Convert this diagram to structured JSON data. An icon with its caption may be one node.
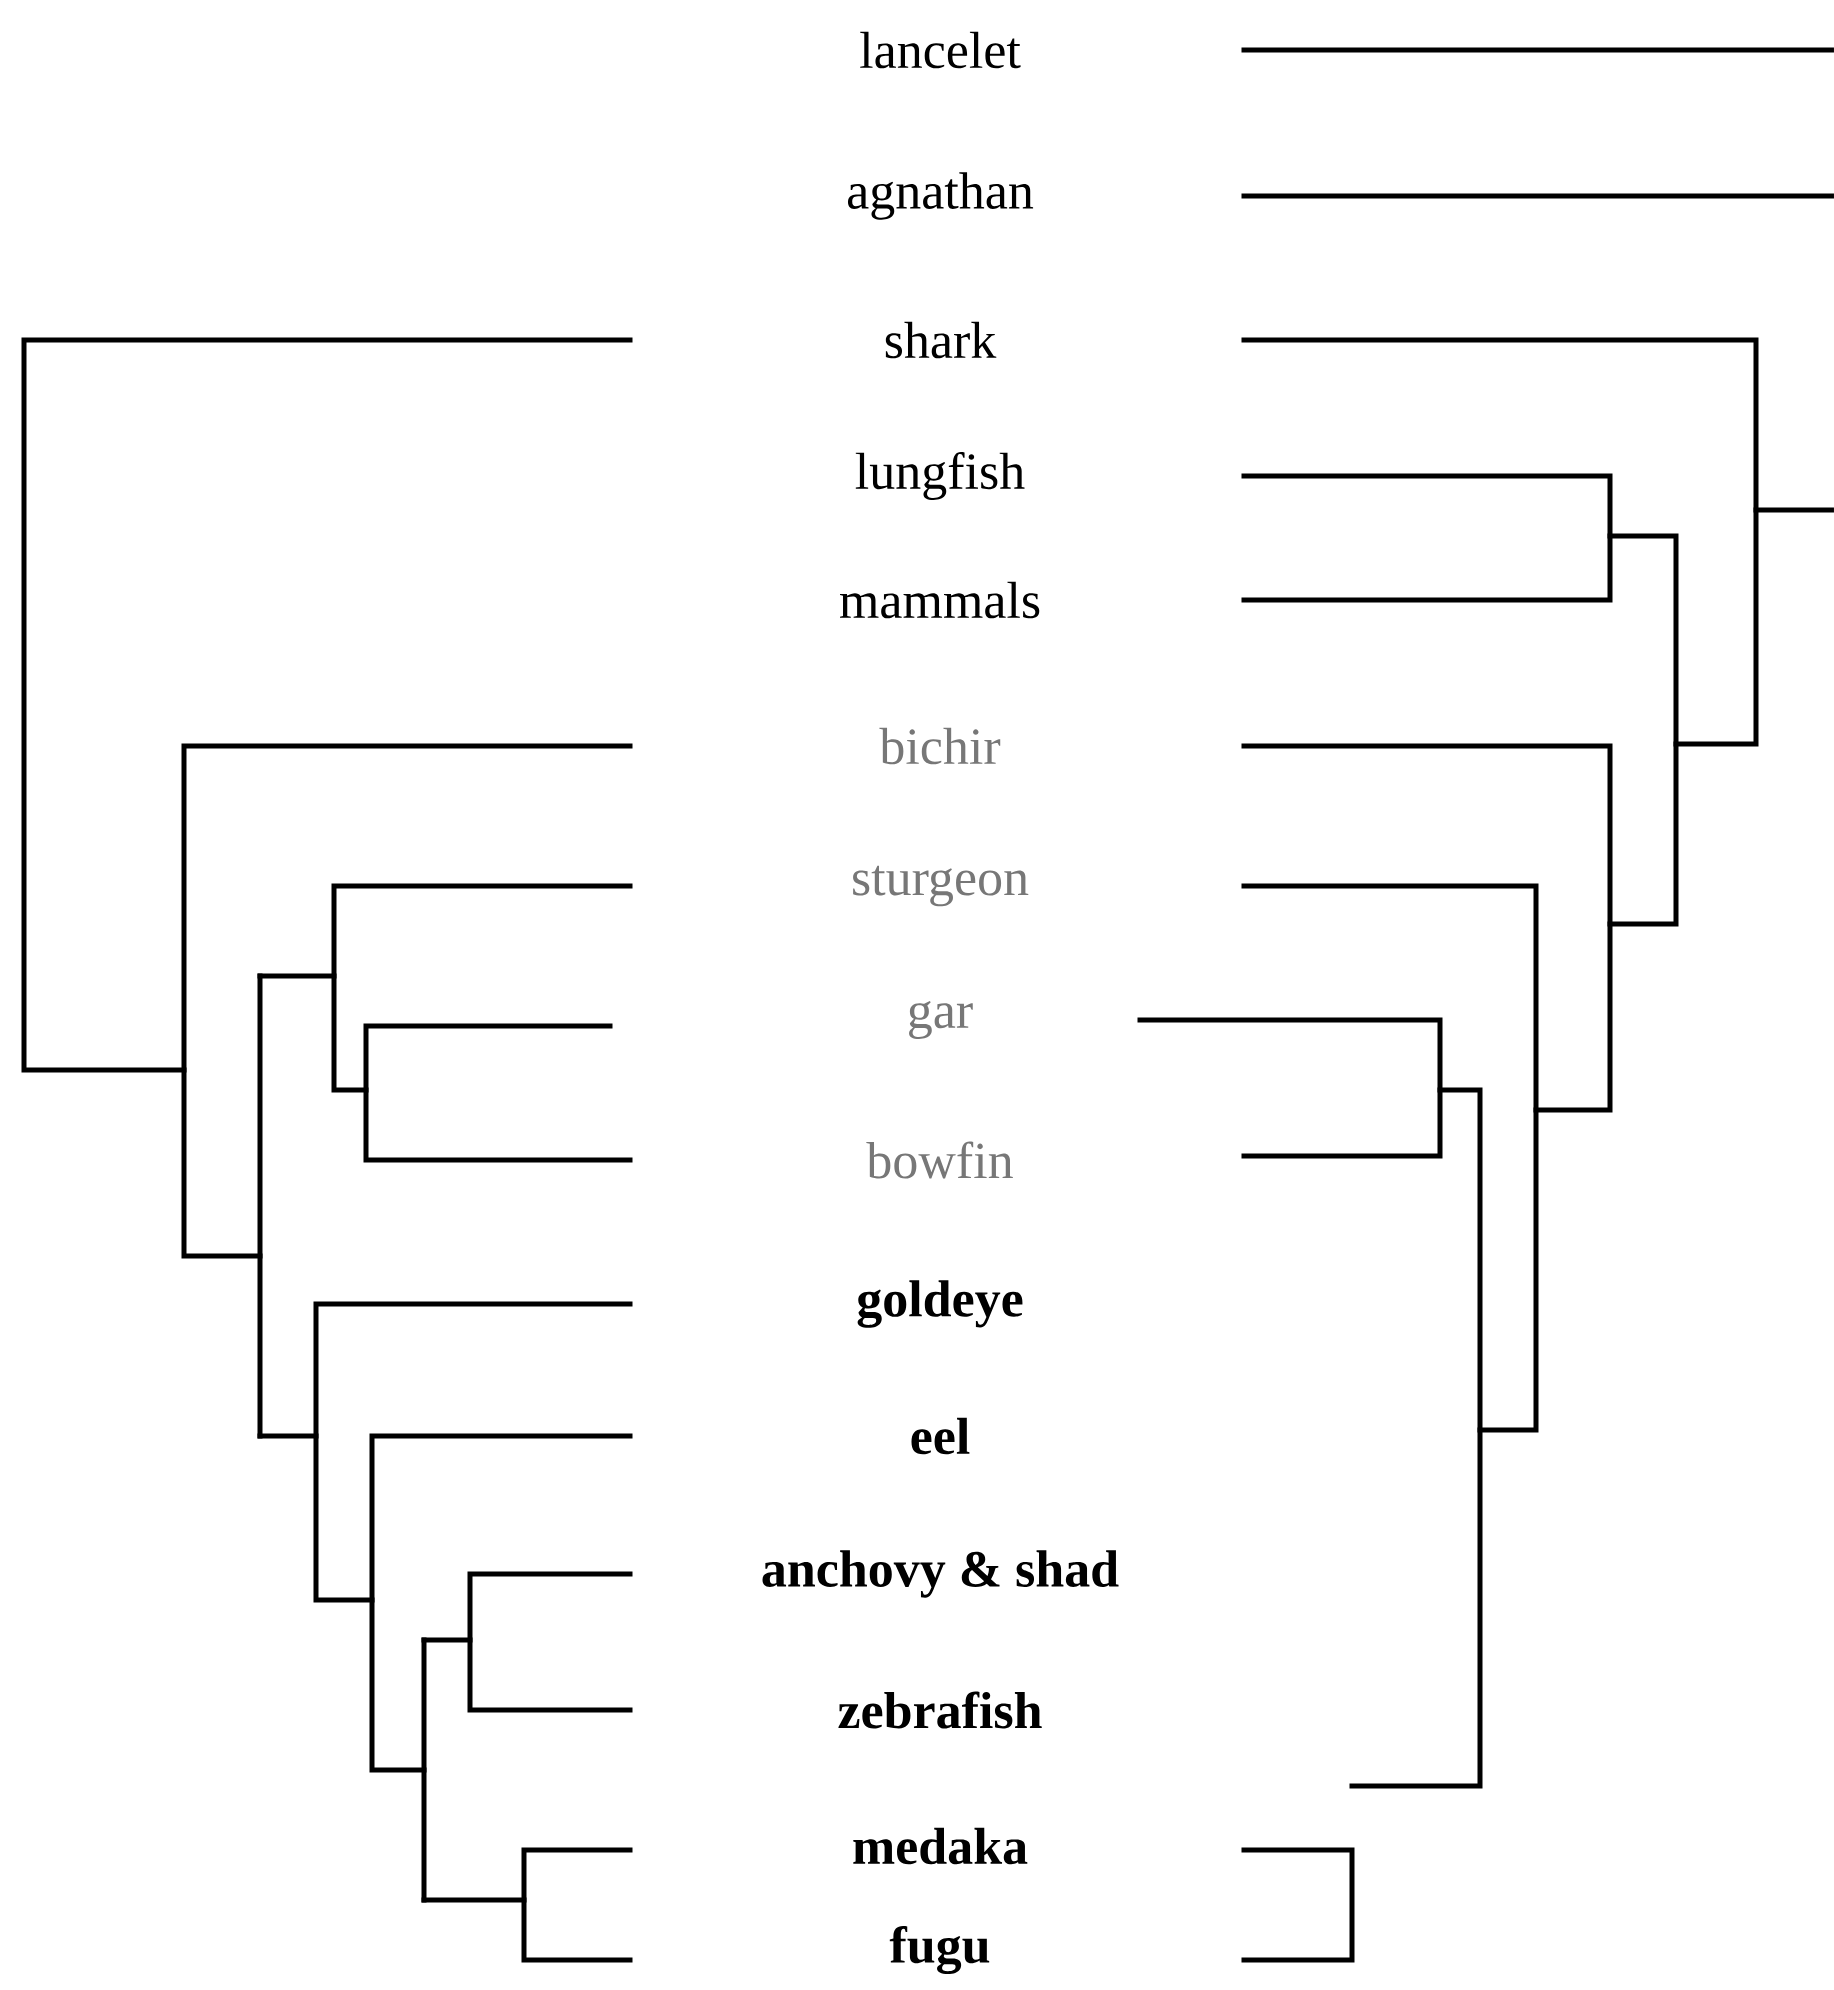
{
  "diagram": {
    "labels": [
      "lancelet",
      "agnathan",
      "shark",
      "lungfish",
      "mammals",
      "bichir",
      "sturgeon",
      "gar",
      "bowfin",
      "goldeye",
      "eel",
      "anchovy & shad",
      "zebrafish",
      "medaka",
      "fugu"
    ]
  }
}
